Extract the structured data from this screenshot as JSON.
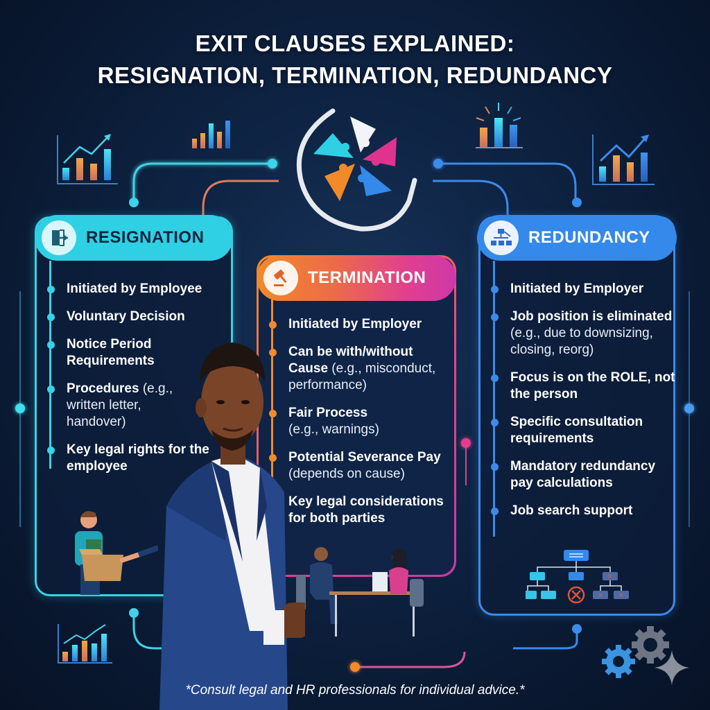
{
  "title": {
    "line1": "EXIT CLAUSES EXPLAINED:",
    "line2": "RESIGNATION, TERMINATION, REDUNDANCY"
  },
  "colors": {
    "background": "#0f2546",
    "resignation_accent": "#35d3e6",
    "termination_accent_start": "#f28a2a",
    "termination_accent_end": "#cf37a8",
    "redundancy_accent": "#3489ea",
    "text": "#ffffff"
  },
  "logo": {
    "icon": "people-circle-logo-icon",
    "figure_colors": [
      "#ffffff",
      "#2fd0e4",
      "#e0338f",
      "#f28a2a",
      "#3489ea"
    ]
  },
  "cards": {
    "resignation": {
      "title": "RESIGNATION",
      "icon": "door-exit-icon",
      "items": [
        {
          "strong": "Initiated by Employee",
          "light": ""
        },
        {
          "strong": "Voluntary Decision",
          "light": ""
        },
        {
          "strong": "Notice Period Requirements",
          "light": ""
        },
        {
          "strong": "Procedures",
          "light": " (e.g., written letter, handover)"
        },
        {
          "strong": "Key legal rights for the employee",
          "light": ""
        }
      ],
      "illustration": "employee-with-box-handshake"
    },
    "termination": {
      "title": "TERMINATION",
      "icon": "gavel-icon",
      "items": [
        {
          "strong": "Initiated by Employer",
          "light": ""
        },
        {
          "strong": "Can be with/without Cause",
          "light": " (e.g., misconduct, performance)"
        },
        {
          "strong": "Fair Process",
          "light": " (e.g., warnings)"
        },
        {
          "strong": "Potential Severance Pay",
          "light": " (depends on cause)"
        },
        {
          "strong": "Key legal considerations for both parties",
          "light": ""
        }
      ],
      "illustration": "meeting-at-desk"
    },
    "redundancy": {
      "title": "REDUNDANCY",
      "icon": "org-chart-icon",
      "items": [
        {
          "strong": "Initiated by Employer",
          "light": ""
        },
        {
          "strong": "Job position is eliminated",
          "light": " (e.g., due to downsizing, closing, reorg)"
        },
        {
          "strong": "Focus is on the ROLE, not the person",
          "light": ""
        },
        {
          "strong": "Specific consultation requirements",
          "light": ""
        },
        {
          "strong": "Mandatory redundancy pay calculations",
          "light": ""
        },
        {
          "strong": "Job search support",
          "light": ""
        }
      ],
      "illustration": "org-chart-with-eliminated-roles"
    }
  },
  "decorations": {
    "charts": [
      "bar-line-chart-top-left",
      "bar-chart-top-center-left",
      "bar-chart-top-center-right",
      "bar-line-chart-top-right",
      "bar-line-chart-bottom-left"
    ],
    "gears": "gears-icon",
    "sparkle": "sparkle-icon"
  },
  "footer": {
    "disclaimer": "*Consult legal and HR professionals for individual advice.*"
  }
}
